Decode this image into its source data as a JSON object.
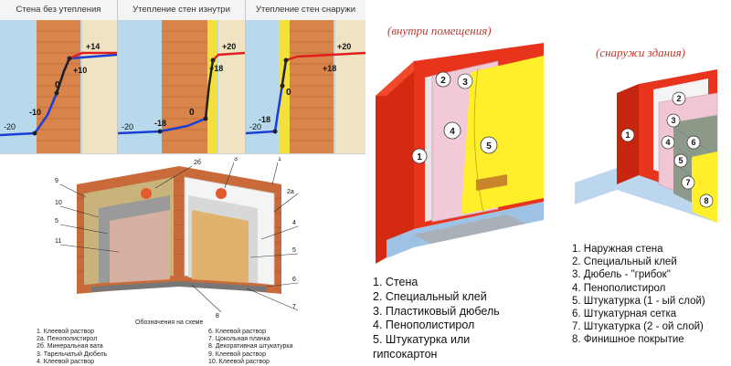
{
  "top_panels": {
    "panel1": {
      "title": "Стена без утепления",
      "labels": [
        "+14",
        "+10",
        "0",
        "-10",
        "-20"
      ]
    },
    "panel2": {
      "title": "Утепление стен изнутри",
      "labels": [
        "+20",
        "+18",
        "0",
        "-18",
        "-20"
      ]
    },
    "panel3": {
      "title": "Утепление стен снаружи",
      "labels": [
        "+20",
        "+18",
        "0",
        "-18",
        "-20"
      ]
    }
  },
  "corner_diagram": {
    "callouts": [
      "2б",
      "3",
      "1",
      "2а",
      "9",
      "10",
      "5",
      "11",
      "4",
      "5",
      "6",
      "7",
      "8"
    ],
    "legend_title": "Обозначения на схеме",
    "legend_left": [
      "1.   Клеевой раствор",
      "2а.  Пенополистирол",
      "2б.  Минеральная вата",
      "3.   Тарельчатый Дюбель",
      "4.   Клеевой раствор"
    ],
    "legend_right": [
      "6.   Клеевой раствор",
      "7.   Цокольная планка",
      "8.   Декоративная штукатурка",
      "9.   Клеевой раствор",
      "10.  Клеевой раствор"
    ]
  },
  "inside_diagram": {
    "caption": "(внутри помещения)",
    "callouts": [
      "1",
      "2",
      "3",
      "4",
      "5"
    ],
    "legend": [
      "1. Стена",
      "2. Специальный клей",
      "3. Пластиковый дюбель",
      "4. Пенополистирол",
      "5. Штукатурка или",
      "    гипсокартон"
    ]
  },
  "outside_diagram": {
    "caption": "(снаружи здания)",
    "callouts": [
      "1",
      "2",
      "3",
      "4",
      "5",
      "6",
      "7",
      "8"
    ],
    "legend": [
      "1. Наружная стена",
      "2. Специальный клей",
      "3. Дюбель - \"грибок\"",
      "4. Пенополистирол",
      "5. Штукатурка (1 - ый слой)",
      "6. Штукатурная сетка",
      "7. Штукатурка (2 - ой слой)",
      "8. Финишное покрытие"
    ]
  },
  "colors": {
    "brick": "#d9844a",
    "red_line": "#e02020",
    "blue_line": "#1b3fd6",
    "insulation": "#f4e03a",
    "wall_red": "#e8341c",
    "foam": "#f0c6d4",
    "plaster_yellow": "#ffee2a",
    "sky": "#b8d8ec"
  }
}
